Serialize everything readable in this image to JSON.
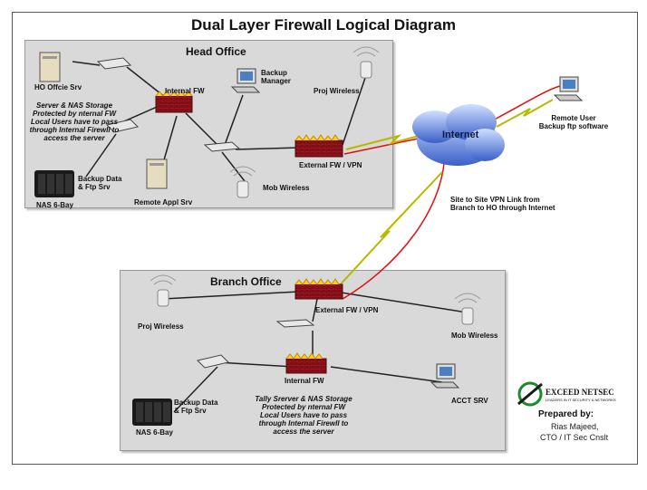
{
  "title": "Dual Layer Firewall Logical Diagram",
  "head_office": {
    "title": "Head Office",
    "labels": {
      "ho_office_srv": "HO Offcie Srv",
      "internal_fw": "Internal FW",
      "backup_manager": "Backup\nManager",
      "proj_wireless": "Proj Wireless",
      "storage_note": "Server & NAS Storage\nProtected by nternal FW\nLocal Users have to pass\nthrough Internal Firewll to\naccess the server",
      "external_fw": "External FW / VPN",
      "backup_data": "Backup Data\n& Ftp Srv",
      "nas": "NAS 6-Bay",
      "remote_appl": "Remote Appl Srv",
      "mob_wireless": "Mob Wireless"
    }
  },
  "internet_label": "Internet",
  "remote_user": "Remote User\nBackup ftp software",
  "vpn_link": "Site to Site VPN Link from\nBranch to HO through Internet",
  "branch_office": {
    "title": "Branch Office",
    "labels": {
      "proj_wireless": "Proj Wireless",
      "external_fw": "External FW / VPN",
      "mob_wireless": "Mob Wireless",
      "internal_fw": "Internal FW",
      "backup_data": "Backup Data\n& Ftp Srv",
      "nas": "NAS 6-Bay",
      "storage_note": "Tally Srerver & NAS Storage\nProtected by nternal FW\nLocal Users have to pass\nthrough Internal Firewll to\naccess the server",
      "acct_srv": "ACCT SRV"
    }
  },
  "logo": {
    "name": "EXCEED NETSEC",
    "tagline": "LEADERS IN IT SECURITY & NETWORKS"
  },
  "prepared": {
    "heading": "Prepared by:",
    "name": "Rias Majeed,",
    "role": "CTO / IT Sec Cnslt"
  }
}
